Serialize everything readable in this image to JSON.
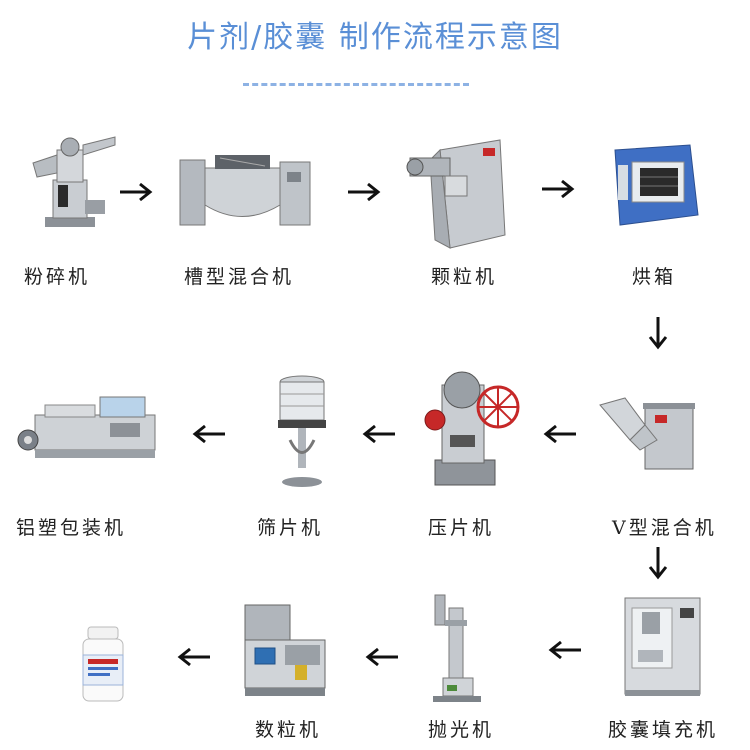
{
  "title": "片剂/胶囊 制作流程示意图",
  "steps": [
    {
      "label": "粉碎机"
    },
    {
      "label": "槽型混合机"
    },
    {
      "label": "颗粒机"
    },
    {
      "label": "烘箱"
    },
    {
      "label": "V型混合机"
    },
    {
      "label": "压片机"
    },
    {
      "label": "筛片机"
    },
    {
      "label": "铝塑包装机"
    },
    {
      "label": "胶囊填充机"
    },
    {
      "label": "抛光机"
    },
    {
      "label": "数粒机"
    },
    {
      "label": ""
    }
  ],
  "colors": {
    "title": "#5a8fd6",
    "arrow": "#111111",
    "steel": "#b7bcc2",
    "red": "#c62828"
  }
}
